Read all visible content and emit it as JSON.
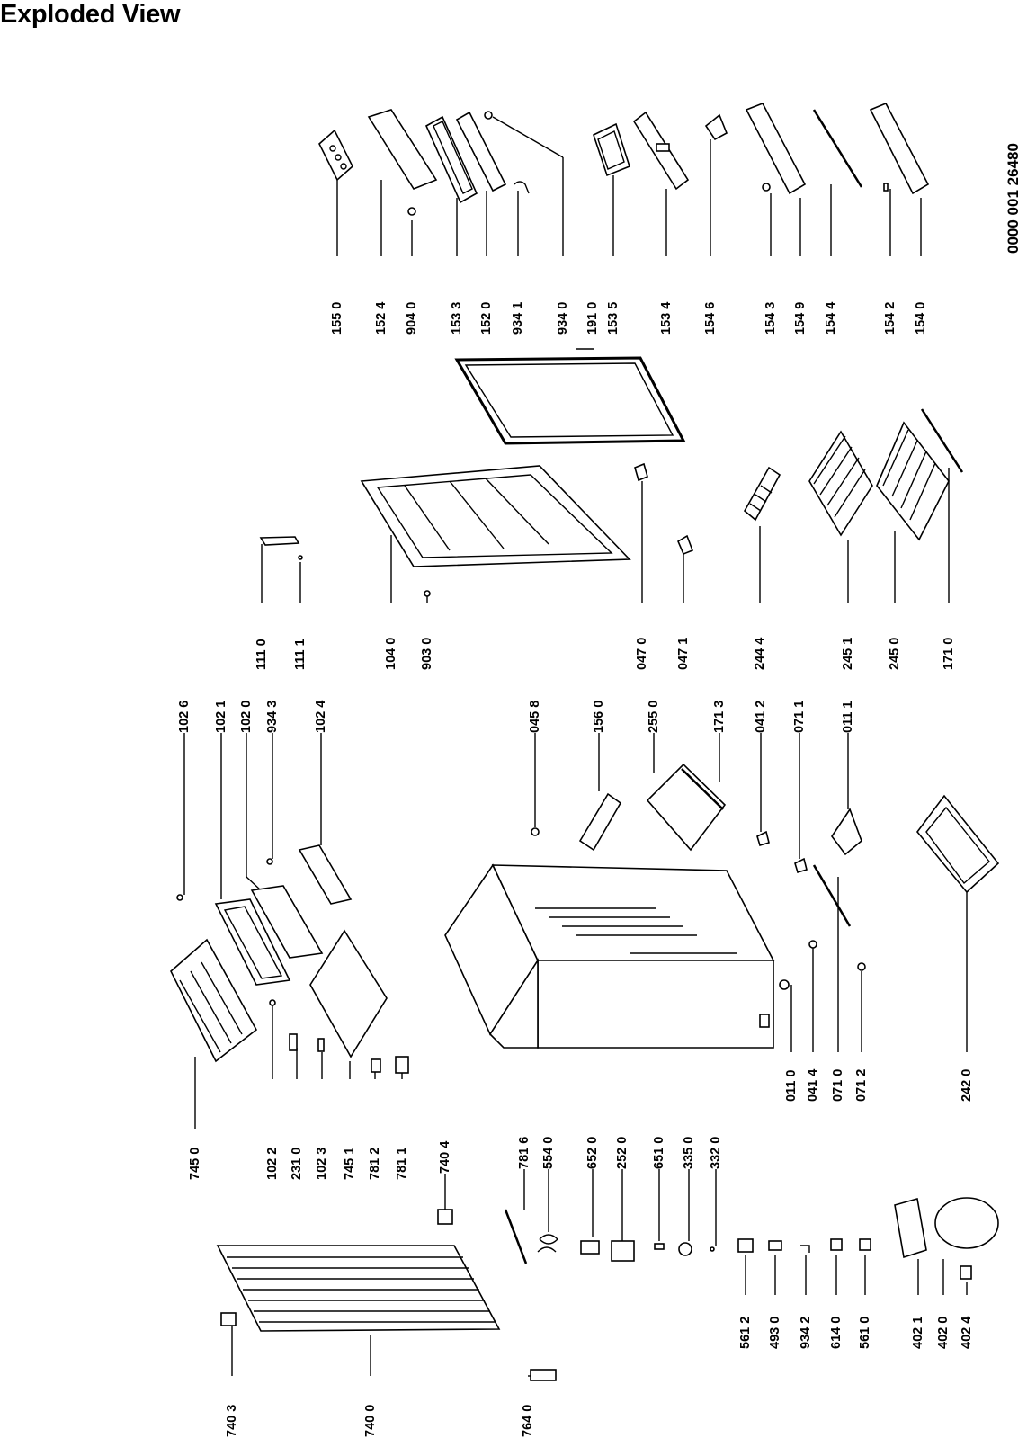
{
  "title": "Exploded View",
  "document_number": "0000 001 26480",
  "parts": [
    {
      "id": "p1550",
      "label": "155 0"
    },
    {
      "id": "p1524",
      "label": "152 4"
    },
    {
      "id": "p9040",
      "label": "904 0"
    },
    {
      "id": "p1533",
      "label": "153 3"
    },
    {
      "id": "p1520",
      "label": "152 0"
    },
    {
      "id": "p9341",
      "label": "934 1"
    },
    {
      "id": "p9340",
      "label": "934 0"
    },
    {
      "id": "p1910",
      "label": "191 0"
    },
    {
      "id": "p1535",
      "label": "153 5"
    },
    {
      "id": "p1534",
      "label": "153 4"
    },
    {
      "id": "p1546",
      "label": "154 6"
    },
    {
      "id": "p1543",
      "label": "154 3"
    },
    {
      "id": "p1549",
      "label": "154 9"
    },
    {
      "id": "p1544",
      "label": "154 4"
    },
    {
      "id": "p1542",
      "label": "154 2"
    },
    {
      "id": "p1540",
      "label": "154 0"
    },
    {
      "id": "p1110",
      "label": "111 0"
    },
    {
      "id": "p1111",
      "label": "111 1"
    },
    {
      "id": "p1040",
      "label": "104 0"
    },
    {
      "id": "p9030",
      "label": "903 0"
    },
    {
      "id": "p0470",
      "label": "047 0"
    },
    {
      "id": "p0471",
      "label": "047 1"
    },
    {
      "id": "p2444",
      "label": "244 4"
    },
    {
      "id": "p2451",
      "label": "245 1"
    },
    {
      "id": "p2450",
      "label": "245 0"
    },
    {
      "id": "p1710",
      "label": "171 0"
    },
    {
      "id": "p1026",
      "label": "102 6"
    },
    {
      "id": "p1021",
      "label": "102 1"
    },
    {
      "id": "p1020",
      "label": "102 0"
    },
    {
      "id": "p9343",
      "label": "934 3"
    },
    {
      "id": "p1024",
      "label": "102 4"
    },
    {
      "id": "p0458",
      "label": "045 8"
    },
    {
      "id": "p1560",
      "label": "156 0"
    },
    {
      "id": "p2550",
      "label": "255 0"
    },
    {
      "id": "p1713",
      "label": "171 3"
    },
    {
      "id": "p0412",
      "label": "041 2"
    },
    {
      "id": "p0711",
      "label": "071 1"
    },
    {
      "id": "p0111",
      "label": "011 1"
    },
    {
      "id": "p7450",
      "label": "745 0"
    },
    {
      "id": "p1022",
      "label": "102 2"
    },
    {
      "id": "p2310",
      "label": "231 0"
    },
    {
      "id": "p1023",
      "label": "102 3"
    },
    {
      "id": "p7451",
      "label": "745 1"
    },
    {
      "id": "p7812",
      "label": "781 2"
    },
    {
      "id": "p7811",
      "label": "781 1"
    },
    {
      "id": "p7404",
      "label": "740 4"
    },
    {
      "id": "p0110",
      "label": "011 0"
    },
    {
      "id": "p0414",
      "label": "041 4"
    },
    {
      "id": "p0710",
      "label": "071 0"
    },
    {
      "id": "p0712",
      "label": "071 2"
    },
    {
      "id": "p2420",
      "label": "242 0"
    },
    {
      "id": "p7816",
      "label": "781 6"
    },
    {
      "id": "p5540",
      "label": "554 0"
    },
    {
      "id": "p6520",
      "label": "652 0"
    },
    {
      "id": "p2520",
      "label": "252 0"
    },
    {
      "id": "p6510",
      "label": "651 0"
    },
    {
      "id": "p3350",
      "label": "335 0"
    },
    {
      "id": "p3320",
      "label": "332 0"
    },
    {
      "id": "p7403",
      "label": "740 3"
    },
    {
      "id": "p7400",
      "label": "740 0"
    },
    {
      "id": "p7640",
      "label": "764 0"
    },
    {
      "id": "p5612",
      "label": "561 2"
    },
    {
      "id": "p4930",
      "label": "493 0"
    },
    {
      "id": "p9342",
      "label": "934 2"
    },
    {
      "id": "p6140",
      "label": "614 0"
    },
    {
      "id": "p5610",
      "label": "561 0"
    },
    {
      "id": "p4021",
      "label": "402 1"
    },
    {
      "id": "p4020",
      "label": "402 0"
    },
    {
      "id": "p4024",
      "label": "402 4"
    }
  ]
}
